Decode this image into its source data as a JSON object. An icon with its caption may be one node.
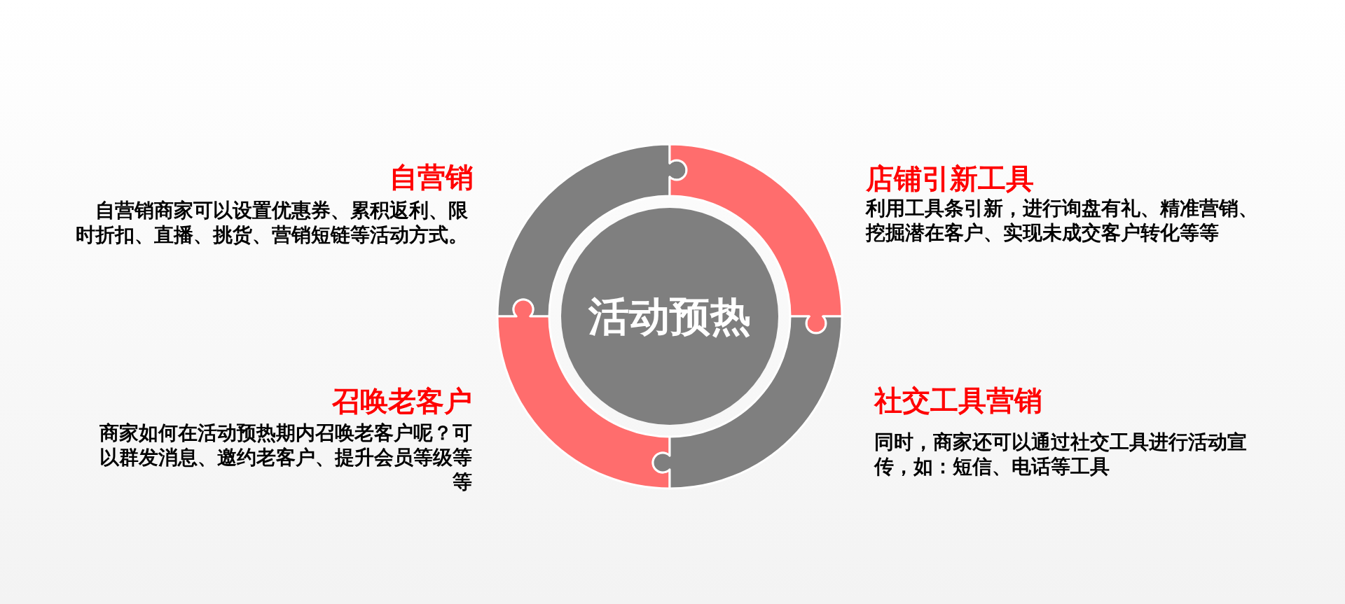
{
  "diagram": {
    "nodes": [
      {
        "text": [
          "活动预热"
        ]
      },
      {
        "text": [],
        "shape": "arc",
        "beside": [
          "自营销",
          "自营销商家可以设置优惠券、累积返利、限时折扣、直播、挑货、营销短链等活动方式。"
        ]
      },
      {
        "text": [],
        "shape": "arc",
        "beside": [
          "店铺引新工具",
          "利用工具条引新，进行询盘有礼、精准营销、挖掘潜在客户、实现未成交客户转化等等"
        ]
      },
      {
        "text": [],
        "shape": "arc",
        "beside": [
          "召唤老客户",
          "商家如何在活动预热期内召唤老客户呢？可以群发消息、邀约老客户、提升会员等级等等"
        ]
      },
      {
        "text": [],
        "shape": "arc",
        "beside": [
          "社交工具营销",
          "同时，商家还可以通过社交工具进行活动宣传，如：短信、电话等工具"
        ]
      }
    ]
  }
}
